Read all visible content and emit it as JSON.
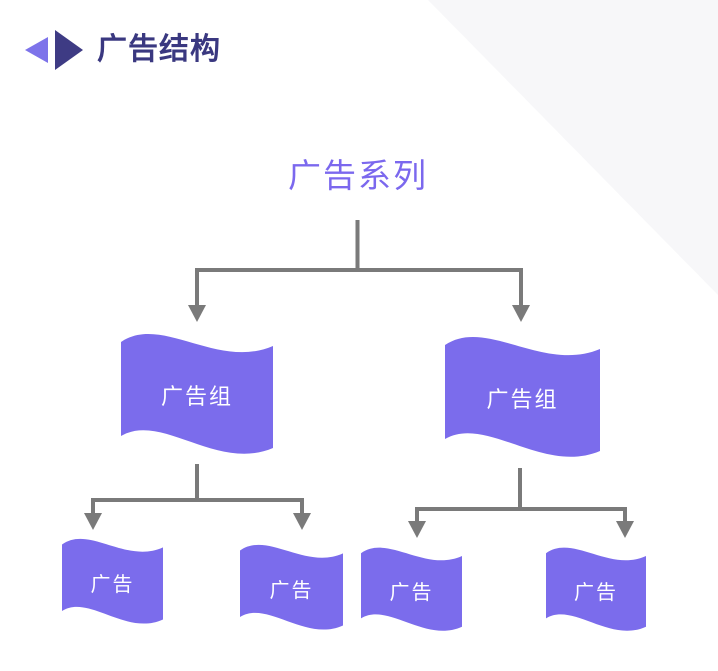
{
  "header": {
    "title": "广告结构",
    "icon": "double-triangle-bullet-icon"
  },
  "diagram": {
    "root": {
      "label": "广告系列"
    },
    "groups": [
      {
        "label": "广告组"
      },
      {
        "label": "广告组"
      }
    ],
    "ads": [
      {
        "label": "广告"
      },
      {
        "label": "广告"
      },
      {
        "label": "广告"
      },
      {
        "label": "广告"
      }
    ]
  },
  "colors": {
    "background": "#FFFFFF",
    "corner_decoration": "#F7F7F9",
    "title_text": "#3A3880",
    "icon_light_triangle": "#7D73EA",
    "icon_dark_triangle": "#3E3B84",
    "root_text": "#7B68EE",
    "connector": "#7A7A7A",
    "flag_fill": "#7B6CEC",
    "flag_text": "#FFFFFF"
  }
}
